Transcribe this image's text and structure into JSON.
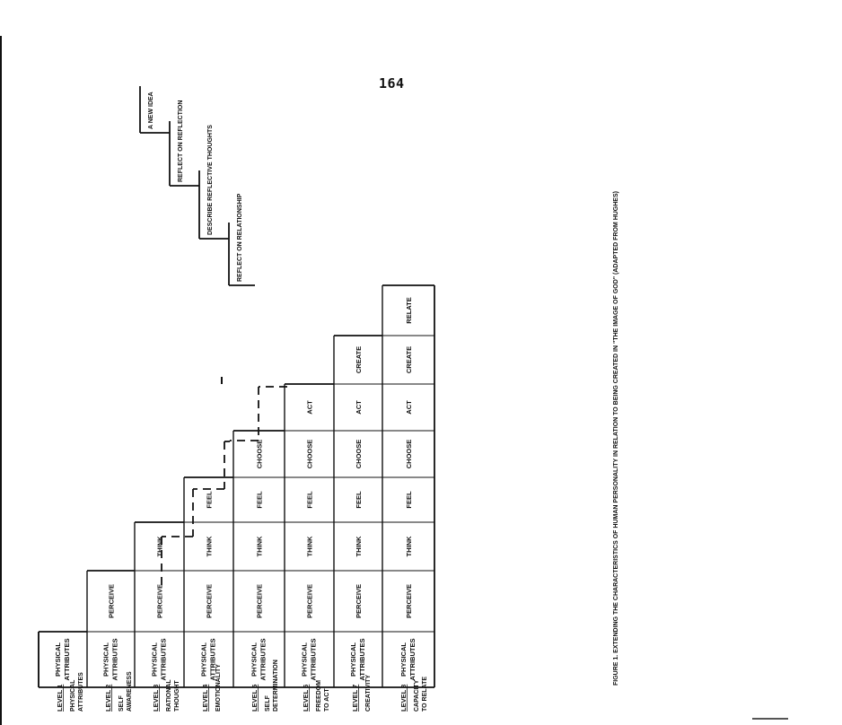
{
  "page_number": "164",
  "caption": "FIGURE 1. EXTENDING THE CHARACTERISTICS OF HUMAN PERSONALITY IN RELATION TO BEING CREATED IN \"THE IMAGE OF GOD\" (ADAPTED FROM HUGHES)",
  "step_labels": [
    "REFLECT ON RELATIONSHIP",
    "DESCRIBE REFLECTIVE THOUGHTS",
    "REFLECT ON REFLECTION",
    "A NEW IDEA"
  ],
  "levels": [
    {
      "label": "LEVEL 1",
      "desc": [
        "PHYSICAL",
        "ATTRIBUTES"
      ],
      "cells": [
        "PHYSICAL ATTRIBUTES"
      ]
    },
    {
      "label": "LEVEL 2",
      "desc": [
        "SELF",
        "AWARENESS"
      ],
      "cells": [
        "PHYSICAL ATTRIBUTES",
        "PERCEIVE"
      ]
    },
    {
      "label": "LEVEL 3",
      "desc": [
        "RATIONAL",
        "THOUGHT"
      ],
      "cells": [
        "PHYSICAL ATTRIBUTES",
        "PERCEIVE",
        "THINK"
      ]
    },
    {
      "label": "LEVEL 4",
      "desc": [
        "EMOTIONALITY"
      ],
      "cells": [
        "PHYSICAL ATTRIBUTES",
        "PERCEIVE",
        "THINK",
        "FEEL"
      ]
    },
    {
      "label": "LEVEL 5",
      "desc": [
        "SELF",
        "DETERMINATION"
      ],
      "cells": [
        "PHYSICAL ATTRIBUTES",
        "PERCEIVE",
        "THINK",
        "FEEL",
        "CHOOSE"
      ]
    },
    {
      "label": "LEVEL 6",
      "desc": [
        "FREEDOM",
        "TO ACT"
      ],
      "cells": [
        "PHYSICAL ATTRIBUTES",
        "PERCEIVE",
        "THINK",
        "FEEL",
        "CHOOSE",
        "ACT"
      ]
    },
    {
      "label": "LEVEL 7",
      "desc": [
        "CREATIVITY"
      ],
      "cells": [
        "PHYSICAL ATTRIBUTES",
        "PERCEIVE",
        "THINK",
        "FEEL",
        "CHOOSE",
        "ACT",
        "CREATE"
      ]
    },
    {
      "label": "LEVEL 8",
      "desc": [
        "CAPACITY",
        "TO RELATE"
      ],
      "cells": [
        "PHYSICAL ATTRIBUTES",
        "PERCEIVE",
        "THINK",
        "FEEL",
        "CHOOSE",
        "ACT",
        "CREATE",
        "RELATE"
      ]
    }
  ]
}
